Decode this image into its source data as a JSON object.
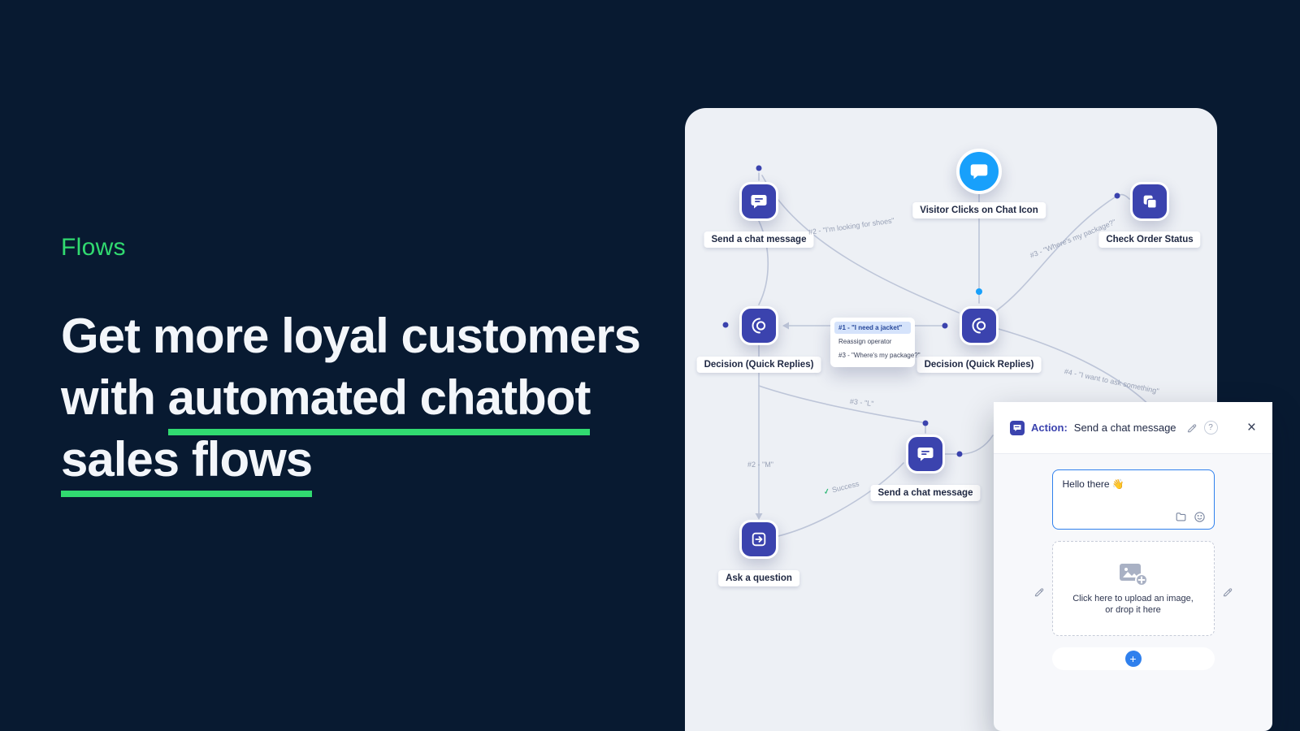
{
  "hero": {
    "eyebrow": "Flows",
    "title_line1": "Get more loyal customers",
    "title_line2_prefix": "with ",
    "title_line2_underlined": "automated chatbot",
    "title_line3_underlined": "sales flows"
  },
  "colors": {
    "background": "#081A31",
    "accent_green": "#31DA70",
    "node_indigo": "#3B43AE",
    "chat_blue": "#18A0FB",
    "panel_gray": "#EDF0F5",
    "action_blue": "#2F80ED"
  },
  "flow": {
    "nodes": {
      "send_chat_top": {
        "label": "Send a chat message"
      },
      "visitor_click": {
        "label": "Visitor Clicks on Chat Icon"
      },
      "check_order": {
        "label": "Check Order Status"
      },
      "decision_left": {
        "label": "Decision (Quick Replies)"
      },
      "decision_right": {
        "label": "Decision (Quick Replies)"
      },
      "send_chat_mid": {
        "label": "Send a chat message"
      },
      "ask_question": {
        "label": "Ask a question"
      }
    },
    "edge_labels": {
      "shoes": "#2 - \"I'm looking for shoes\"",
      "package": "#3 - \"Where's my package?\"",
      "ask_something": "#4 - \"I want to ask something\"",
      "l": "#3 - \"L\"",
      "m": "#2 - \"M\"",
      "success": "Success"
    },
    "quick_replies": {
      "option1": "#1 - \"I need a jacket\"",
      "option2": "Reassign operator",
      "option3": "#3 - \"Where's my package?\""
    }
  },
  "action_card": {
    "header": {
      "label": "Action:",
      "title": "Send a chat message",
      "help": "?"
    },
    "message_text": "Hello there 👋",
    "upload_line1": "Click here to upload an image,",
    "upload_line2": "or drop it here",
    "add_button": "+"
  },
  "icons": {
    "close": "×",
    "success_check": "✓"
  }
}
